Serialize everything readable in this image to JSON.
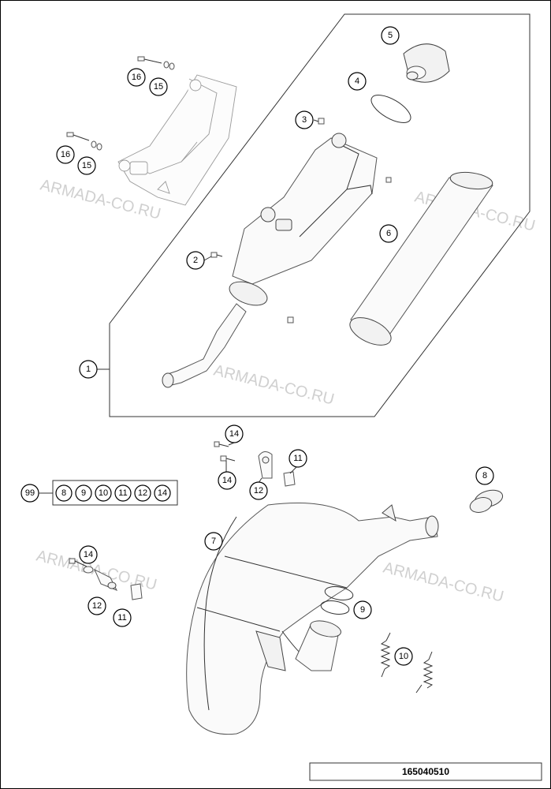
{
  "watermark": "ARMADA-CO.RU",
  "drawing_code": "165040510",
  "kit": {
    "label": "99",
    "parts": [
      "8",
      "9",
      "10",
      "11",
      "12",
      "14"
    ]
  },
  "callouts": {
    "c1": "1",
    "c2": "2",
    "c3": "3",
    "c4": "4",
    "c5": "5",
    "c6": "6",
    "c7": "7",
    "c8": "8",
    "c9": "9",
    "c10": "10",
    "c11a": "11",
    "c11b": "11",
    "c12a": "12",
    "c12b": "12",
    "c14a": "14",
    "c14b": "14",
    "c14c": "14",
    "c15a": "15",
    "c15b": "15",
    "c16a": "16",
    "c16b": "16"
  }
}
